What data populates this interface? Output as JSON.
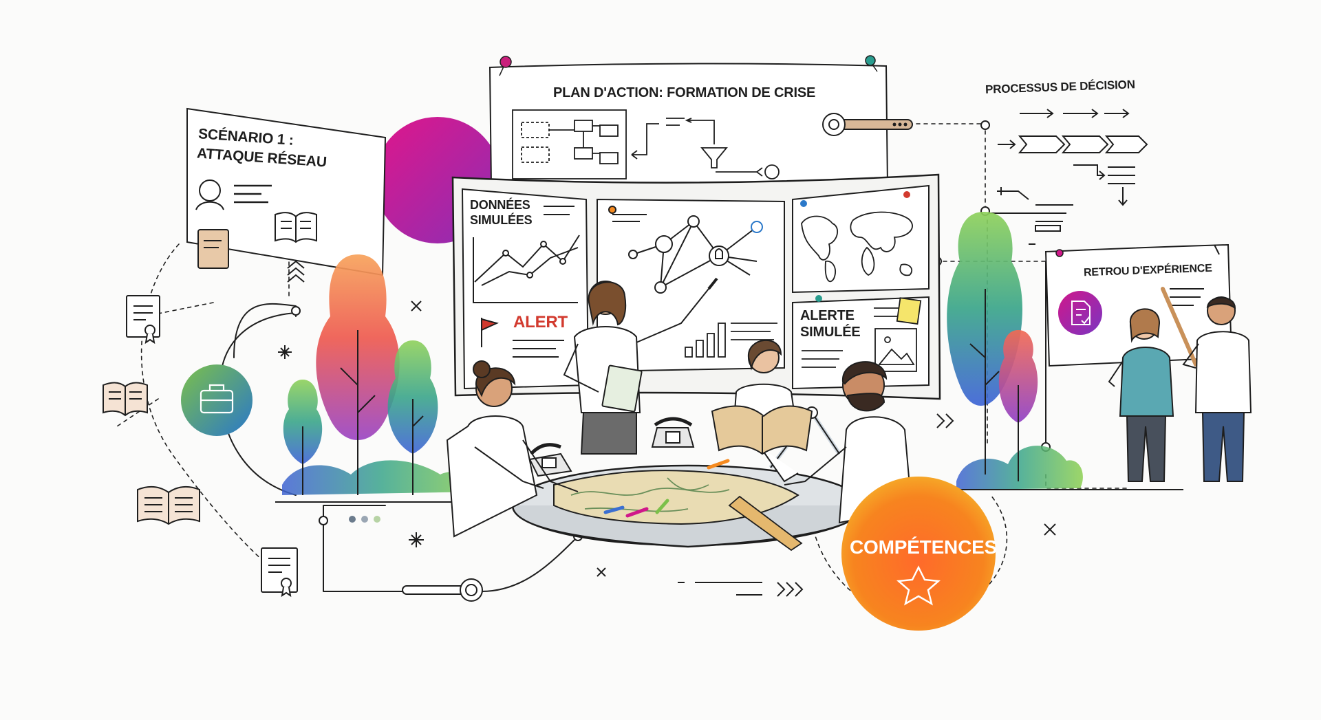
{
  "labels": {
    "scenario_line1": "SCÉNARIO 1 :",
    "scenario_line2": "ATTAQUE RÉSEAU",
    "plan_action": "PLAN D'ACTION: FORMATION DE CRISE",
    "processus": "PROCESSUS DE DÉCISION",
    "donnees_line1": "DONNÉES",
    "donnees_line2": "SIMULÉES",
    "alert": "ALERT",
    "alerte_line1": "ALERTE",
    "alerte_line2": "SIMULÉE",
    "retour": "RETROU D'EXPÉRIENCE",
    "competences": "COMPÉTENCES"
  },
  "colors": {
    "ink": "#1e1e1e",
    "magenta": "#d0178a",
    "purple": "#8e2fb0",
    "alert_red": "#d23a2e",
    "orange": "#f58a1f",
    "competences_inner": "#ff6a2a",
    "teal": "#2a9d8f",
    "green": "#7cc04a",
    "blue": "#3b6fd1"
  },
  "icons": [
    "user-icon",
    "book-icon",
    "document-icon",
    "certificate-icon",
    "briefcase-icon",
    "chevron-up-icon",
    "flag-icon",
    "bar-chart-icon",
    "world-map-icon",
    "image-icon",
    "star-icon",
    "telephone-icon",
    "network-icon",
    "funnel-icon",
    "pin-icon"
  ]
}
